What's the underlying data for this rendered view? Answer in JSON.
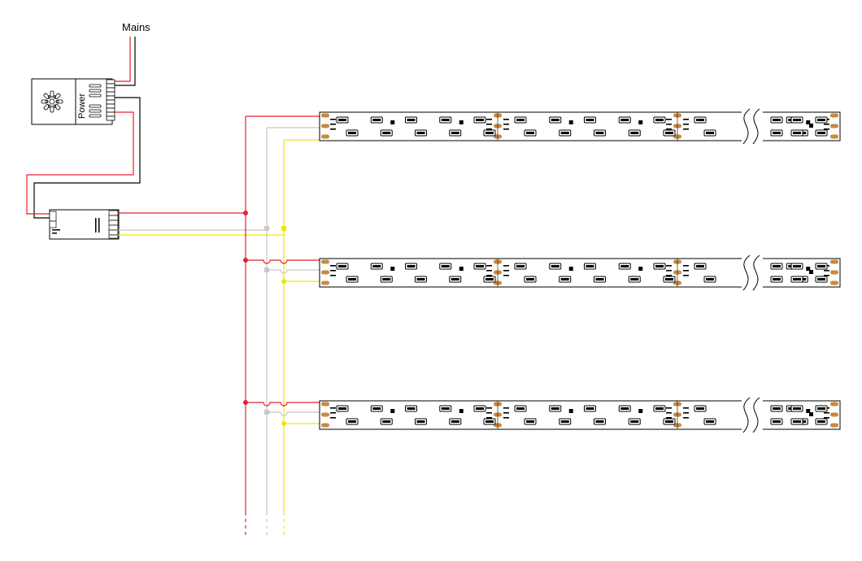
{
  "labels": {
    "mains": "Mains",
    "power": "Power"
  },
  "diagram": {
    "strip_count": 3,
    "segments_per_strip": 3,
    "has_break_marks": true,
    "bus_continues_below": true
  },
  "colors": {
    "positive_wire": "#e8202a",
    "white_channel_wire": "#c8c8c8",
    "warm_channel_wire": "#f2e600",
    "ground_wire": "#000000",
    "solder_pad": "#c98a3a",
    "outline": "#000000",
    "background": "#ffffff"
  }
}
